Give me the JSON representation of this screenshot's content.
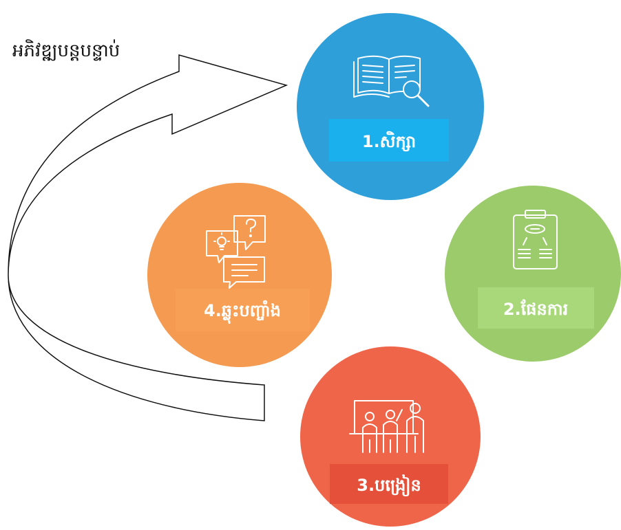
{
  "caption": "អភិវឌ្ឍបន្តបន្ទាប់",
  "colors": {
    "study": "#2f9fd9",
    "plan": "#9ccb6b",
    "teach": "#ef6549",
    "reflect": "#f59a51",
    "study_box": "#1ab0ee",
    "plan_box": "#a8d87a",
    "teach_box": "#e4503a",
    "reflect_box": "#f7a055",
    "icon_line": "#ffffff"
  },
  "steps": [
    {
      "id": "study",
      "label": "1.សិក្សា",
      "icon": "open-book-magnifier-icon"
    },
    {
      "id": "plan",
      "label": "2.ផែនការ",
      "icon": "clipboard-plan-icon"
    },
    {
      "id": "teach",
      "label": "3.បង្រៀន",
      "icon": "classroom-teaching-icon"
    },
    {
      "id": "reflect",
      "label": "4.ឆ្លុះបញ្ចាំង",
      "icon": "speech-bubbles-idea-icon"
    }
  ]
}
